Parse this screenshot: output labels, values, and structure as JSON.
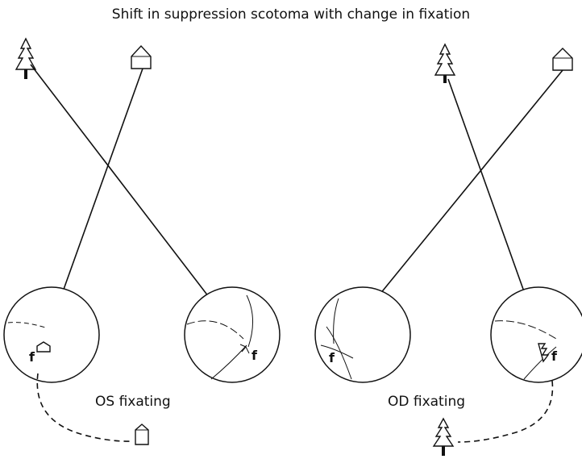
{
  "title": "Shift in suppression scotoma with change in fixation",
  "panels": [
    {
      "caption": "OS fixating",
      "left_eye_label": "f",
      "right_eye_label": "f"
    },
    {
      "caption": "OD fixating",
      "left_eye_label": "f",
      "right_eye_label": "f"
    }
  ],
  "icons": {
    "object_a": "tree-icon",
    "object_b": "house-icon"
  }
}
